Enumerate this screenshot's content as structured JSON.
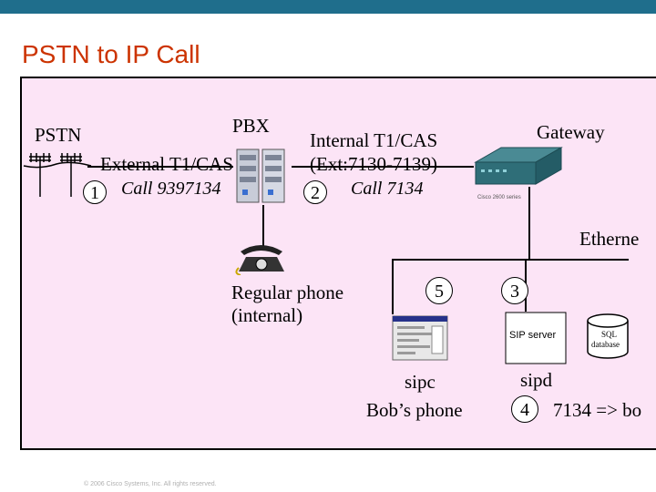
{
  "slide": {
    "title": "PSTN to IP Call",
    "copyright": "© 2006 Cisco Systems, Inc. All rights reserved."
  },
  "labels": {
    "pstn": "PSTN",
    "pbx": "PBX",
    "gateway": "Gateway",
    "ethernet": "Etherne",
    "external_trunk": "External T1/CAS",
    "call_1": "Call 9397134",
    "internal_trunk_line1": "Internal T1/CAS",
    "internal_trunk_line2": "(Ext:7130-7139)",
    "call_2": "Call 7134",
    "regular_phone_line1": "Regular phone",
    "regular_phone_line2": "(internal)",
    "sipc": "sipc",
    "bobs_phone": "Bob’s phone",
    "sipd": "sipd",
    "mapping": "7134 => bo",
    "sip_server": "SIP server",
    "sql_line1": "SQL",
    "sql_line2": "database",
    "gateway_model": "Cisco 2600 series"
  },
  "steps": {
    "s1": "1",
    "s2": "2",
    "s3": "3",
    "s4": "4",
    "s5": "5"
  }
}
